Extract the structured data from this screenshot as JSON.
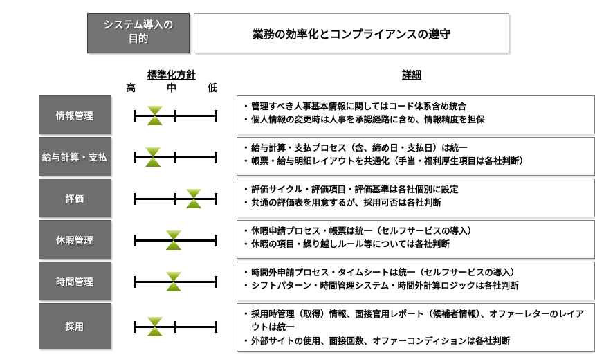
{
  "header": {
    "purpose_label": "システム導入の\n目的",
    "purpose_value": "業務の効率化とコンプライアンスの遵守"
  },
  "columns": {
    "policy_heading": "標準化方針",
    "detail_heading": "詳細"
  },
  "scale": {
    "ticks": [
      {
        "label": "高",
        "position": 0
      },
      {
        "label": "中",
        "position": 0.5
      },
      {
        "label": "低",
        "position": 1
      }
    ]
  },
  "rows": [
    {
      "category": "情報管理",
      "marker_position": 0.25,
      "height": 56,
      "show_middle_tick": true,
      "details": [
        "管理すべき人事基本情報に関してはコード体系含め統合",
        "個人情報の変更時は人事を承認経路に含め、情報精度を担保"
      ]
    },
    {
      "category": "給与計算・支払",
      "marker_position": 0.23,
      "height": 56,
      "show_middle_tick": true,
      "details": [
        "給与計算・支払プロセス（含、締め日・支払日）は統一",
        "帳票・給与明細レイアウトを共通化（手当・福利厚生項目は各社判断）"
      ]
    },
    {
      "category": "評価",
      "marker_position": 0.73,
      "height": 56,
      "show_middle_tick": true,
      "details": [
        "評価サイクル・評価項目・評価基準は各社個別に設定",
        "共通の評価表を用意するが、採用可否は各社判断"
      ]
    },
    {
      "category": "休暇管理",
      "marker_position": 0.48,
      "height": 56,
      "show_middle_tick": false,
      "details": [
        "休暇申請プロセス・帳票は統一（セルフサービスの導入）",
        "休暇の項目・繰り越しルール等については各社判断"
      ]
    },
    {
      "category": "時間管理",
      "marker_position": 0.48,
      "height": 56,
      "show_middle_tick": false,
      "details": [
        "時間外申請プロセス・タイムシートは統一（セルフサービスの導入）",
        "シフトパターン・時間管理システム・時間外計算ロジックは各社判断"
      ]
    },
    {
      "category": "採用",
      "marker_position": 0.25,
      "height": 66,
      "show_middle_tick": true,
      "details": [
        "採用時管理（取得）情報、面接官用レポート（候補者情報）、オファーレターのレイアウトは統一",
        "外部サイトの使用、面接回数、オファーコンディションは各社判断"
      ]
    }
  ],
  "colors": {
    "label_gray": "#6E6E6E",
    "header_gray": "#737373",
    "marker_green": "#8FB31F",
    "marker_green_light": "#D6E68A",
    "axis_black": "#000000",
    "box_border": "#7D7D7D"
  }
}
